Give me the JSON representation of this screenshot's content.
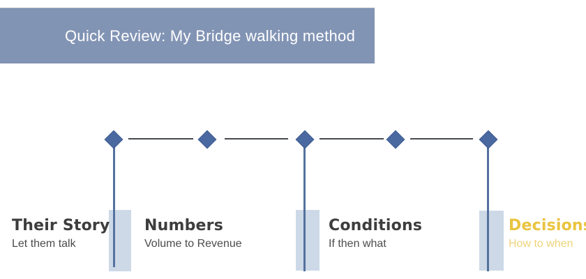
{
  "slide": {
    "background_color": "#ffffff"
  },
  "header": {
    "title": "Quick Review: My Bridge walking method",
    "bg_color": "#8294b4",
    "text_color": "#ffffff"
  },
  "bridge": {
    "diamond_color": "#4a69a1",
    "connector_color": "#45494e",
    "pillar_line_color": "#54719e",
    "pillar_fill_color": "#cdd9e7",
    "diamond_count": 5,
    "pillar_count": 3,
    "steps": [
      {
        "label": "Their Story",
        "sublabel": "Let them talk",
        "label_color": "#3d3d3d",
        "sublabel_color": "#4c4c4c"
      },
      {
        "label": "Numbers",
        "sublabel": "Volume to Revenue",
        "label_color": "#3d3d3d",
        "sublabel_color": "#4c4c4c"
      },
      {
        "label": "Conditions",
        "sublabel": "If then what",
        "label_color": "#3d3d3d",
        "sublabel_color": "#4c4c4c"
      },
      {
        "label": "Decisions",
        "sublabel": "How to when",
        "label_color": "#e9c43f",
        "sublabel_color": "#eed47a"
      }
    ]
  }
}
